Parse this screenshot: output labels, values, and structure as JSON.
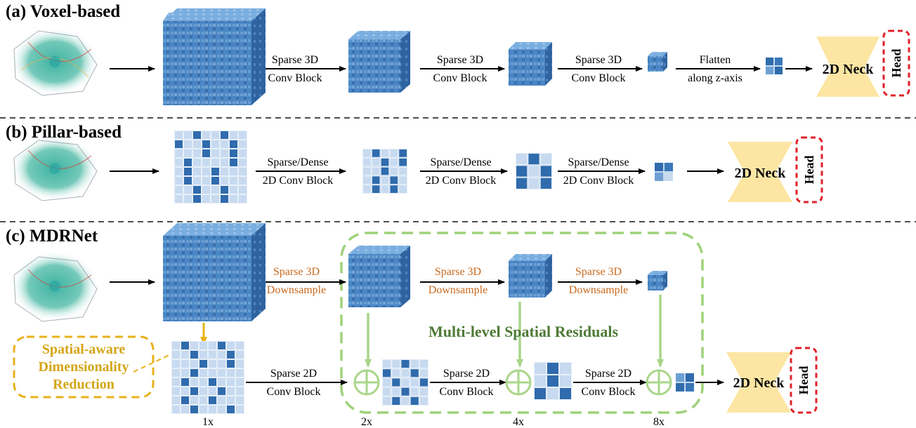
{
  "colors": {
    "cube_dark": "#3f77b6",
    "cube_light": "#b6d1ea",
    "grid_dark": "#2f6bad",
    "grid_light": "#c7daf0",
    "neck": "#fde6a3",
    "head_border": "#e0202a",
    "residual_box": "#9ed27a",
    "residual_text": "#4f7a36",
    "reduction": "#e8b21c",
    "orange_text": "#c8691e"
  },
  "panel_a": {
    "title": "(a) Voxel-based",
    "stages": [
      {
        "line1": "Sparse 3D",
        "line2": "Conv Block"
      },
      {
        "line1": "Sparse 3D",
        "line2": "Conv Block"
      },
      {
        "line1": "Sparse 3D",
        "line2": "Conv Block"
      },
      {
        "line1": "Flatten",
        "line2": "along z-axis"
      }
    ],
    "neck": "2D Neck",
    "head": "Head"
  },
  "panel_b": {
    "title": "(b) Pillar-based",
    "stages": [
      {
        "line1": "Sparse/Dense",
        "line2": "2D Conv Block"
      },
      {
        "line1": "Sparse/Dense",
        "line2": "2D Conv Block"
      },
      {
        "line1": "Sparse/Dense",
        "line2": "2D Conv Block"
      }
    ],
    "neck": "2D Neck",
    "head": "Head"
  },
  "panel_c": {
    "title": "(c) MDRNet",
    "downsample": [
      {
        "line1": "Sparse 3D",
        "line2": "Downsample"
      },
      {
        "line1": "Sparse 3D",
        "line2": "Downsample"
      },
      {
        "line1": "Sparse 3D",
        "line2": "Downsample"
      }
    ],
    "conv2d": [
      {
        "line1": "Sparse 2D",
        "line2": "Conv Block"
      },
      {
        "line1": "Sparse 2D",
        "line2": "Conv Block"
      },
      {
        "line1": "Sparse 2D",
        "line2": "Conv Block"
      }
    ],
    "residual_label": "Multi-level Spatial Residuals",
    "reduction": {
      "line1": "Spatial-aware",
      "line2": "Dimensionality",
      "line3": "Reduction"
    },
    "scales": [
      "1x",
      "2x",
      "4x",
      "8x"
    ],
    "neck": "2D Neck",
    "head": "Head"
  }
}
